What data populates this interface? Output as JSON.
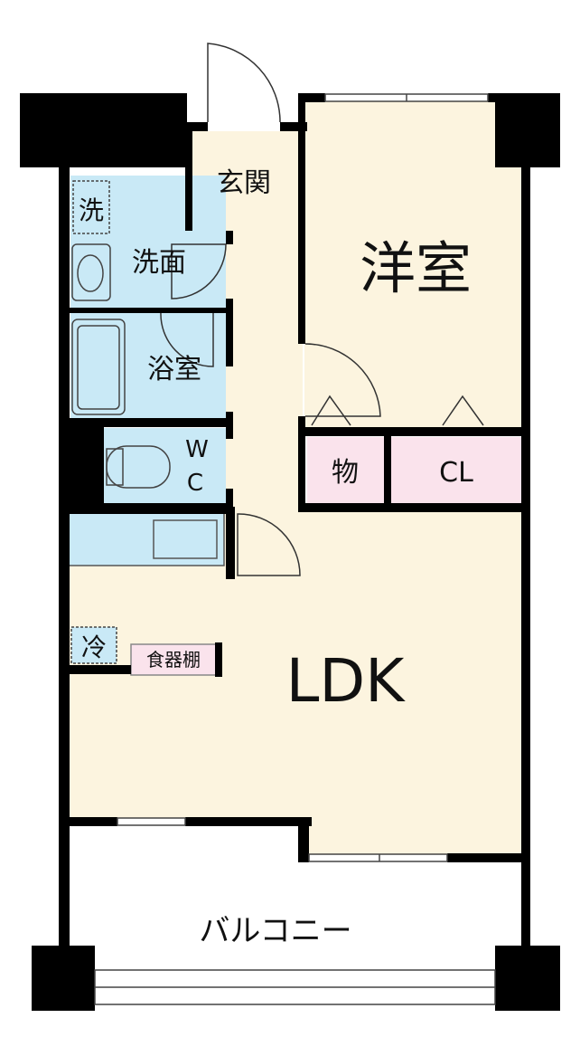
{
  "rooms": {
    "entrance": "玄関",
    "western_room": "洋室",
    "washroom": "洗面",
    "bath": "浴室",
    "toilet_w": "W",
    "toilet_c": "C",
    "storage": "物",
    "closet": "CL",
    "ldk": "LDK",
    "balcony": "バルコニー"
  },
  "fixtures": {
    "washer_space": "洗",
    "fridge_space": "冷",
    "cupboard": "食器棚"
  },
  "colors": {
    "room_fill": "#fcf4df",
    "wet_area_fill": "#c9e9f6",
    "storage_fill": "#fae3ec",
    "wall": "#000000",
    "balcony_fill": "#ffffff"
  }
}
